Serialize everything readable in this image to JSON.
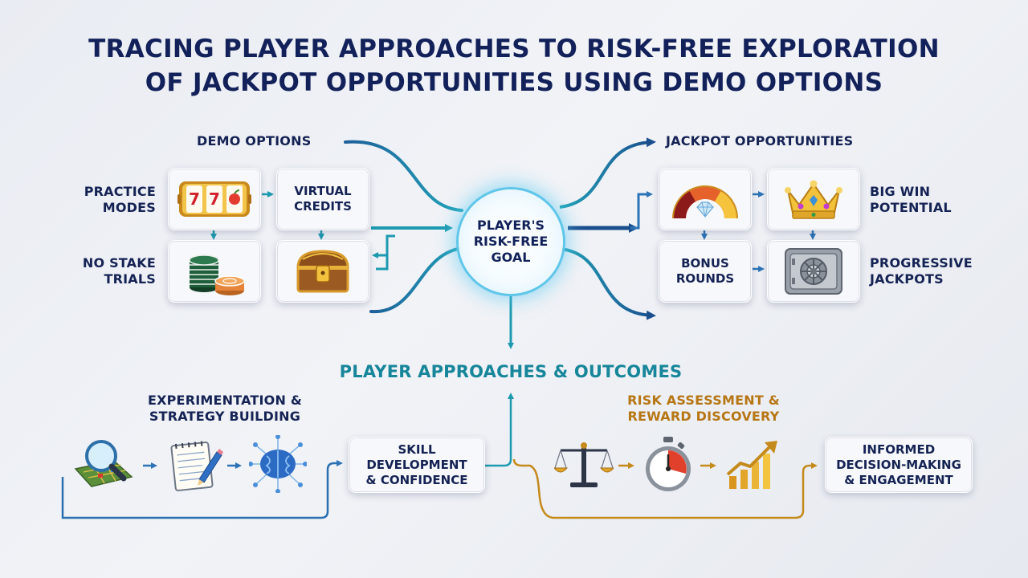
{
  "title": {
    "line1": "TRACING PLAYER APPROACHES TO RISK-FREE EXPLORATION",
    "line2": "OF JACKPOT OPPORTUNITIES USING DEMO OPTIONS"
  },
  "hub": {
    "line1": "PLAYER'S",
    "line2": "RISK-FREE",
    "line3": "GOAL"
  },
  "demo": {
    "heading": "DEMO OPTIONS",
    "practice": {
      "line1": "PRACTICE",
      "line2": "MODES"
    },
    "virtual": {
      "line1": "VIRTUAL",
      "line2": "CREDITS"
    },
    "no_stake": {
      "line1": "NO STAKE",
      "line2": "TRIALS"
    }
  },
  "jackpot": {
    "heading": "JACKPOT OPPORTUNITIES",
    "big_win": {
      "line1": "BIG WIN",
      "line2": "POTENTIAL"
    },
    "bonus": {
      "line1": "BONUS",
      "line2": "ROUNDS"
    },
    "progressive": {
      "line1": "PROGRESSIVE",
      "line2": "JACKPOTS"
    }
  },
  "approaches": {
    "heading": "PLAYER APPROACHES & OUTCOMES",
    "experimentation": {
      "line1": "EXPERIMENTATION &",
      "line2": "STRATEGY BUILDING"
    },
    "skill": {
      "line1": "SKILL",
      "line2": "DEVELOPMENT",
      "line3": "& CONFIDENCE"
    },
    "risk": {
      "line1": "RISK ASSESSMENT &",
      "line2": "REWARD DISCOVERY"
    },
    "informed": {
      "line1": "INFORMED",
      "line2": "DECISION-MAKING",
      "line3": "& ENGAGEMENT"
    }
  },
  "icons": {
    "slot": "slot-machine-reels-icon",
    "chips": "casino-chips-icon",
    "chest": "treasure-chest-icon",
    "gauge": "diamond-gauge-icon",
    "crown": "jeweled-crown-icon",
    "vault": "vault-safe-icon",
    "magnifier": "magnifier-map-icon",
    "notepad": "notepad-pencil-icon",
    "brain": "network-brain-icon",
    "scales": "balance-scales-icon",
    "stopwatch": "stopwatch-icon",
    "growth": "growth-chart-icon"
  },
  "colors": {
    "title": "#13215a",
    "teal": "#17869a",
    "blue": "#1f5fa0",
    "gold": "#c58a1c",
    "hub_glow": "#5fc6ea"
  }
}
